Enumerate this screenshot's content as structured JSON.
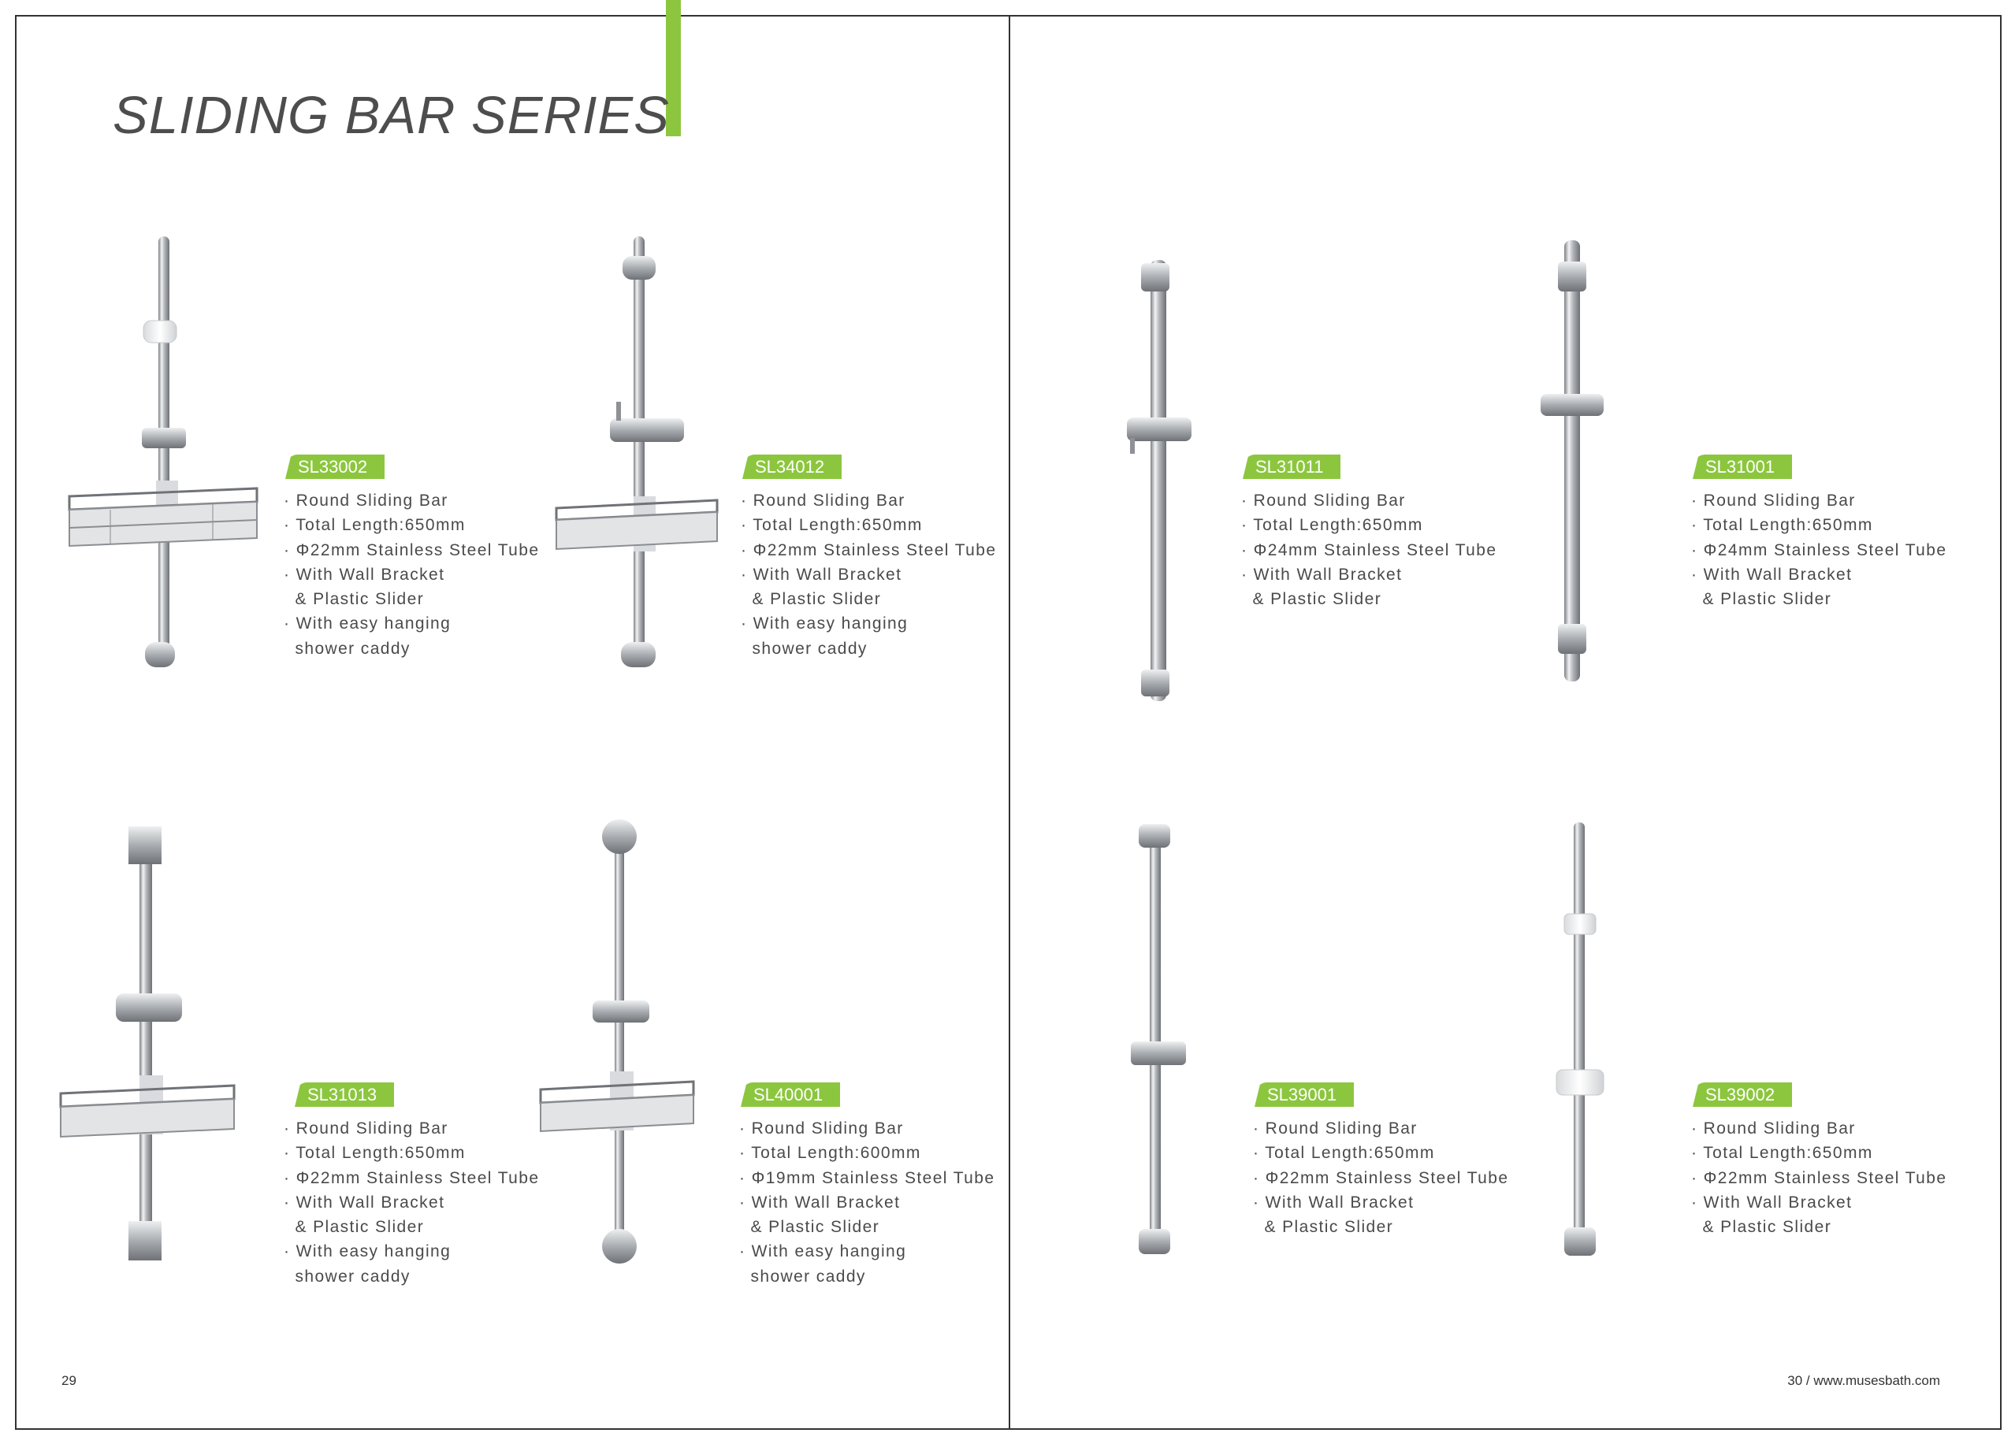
{
  "title": "SLIDING BAR SERIES",
  "colors": {
    "accent": "#8cc63f",
    "text": "#4a4a4a",
    "frame": "#333333"
  },
  "footer": {
    "left_page": "29",
    "right_page": "30 / www.musesbath.com"
  },
  "products": [
    {
      "code": "SL33002",
      "specs": [
        "· Round Sliding Bar",
        "· Total Length:650mm",
        "· Φ22mm Stainless Steel Tube",
        "· With Wall Bracket",
        "  & Plastic Slider",
        "· With easy hanging",
        "  shower caddy"
      ]
    },
    {
      "code": "SL34012",
      "specs": [
        "· Round Sliding Bar",
        "· Total Length:650mm",
        "· Φ22mm Stainless Steel Tube",
        "· With Wall Bracket",
        "  & Plastic Slider",
        "· With easy hanging",
        "  shower caddy"
      ]
    },
    {
      "code": "SL31011",
      "specs": [
        "· Round Sliding Bar",
        "· Total Length:650mm",
        "· Φ24mm Stainless Steel Tube",
        "· With Wall Bracket",
        "  & Plastic Slider"
      ]
    },
    {
      "code": "SL31001",
      "specs": [
        "· Round Sliding Bar",
        "· Total Length:650mm",
        "· Φ24mm Stainless Steel Tube",
        "· With Wall Bracket",
        "  & Plastic Slider"
      ]
    },
    {
      "code": "SL31013",
      "specs": [
        "· Round Sliding Bar",
        "· Total Length:650mm",
        "· Φ22mm Stainless Steel Tube",
        "· With Wall Bracket",
        "  & Plastic Slider",
        "· With easy hanging",
        "  shower caddy"
      ]
    },
    {
      "code": "SL40001",
      "specs": [
        "· Round Sliding Bar",
        "· Total Length:600mm",
        "· Φ19mm Stainless Steel Tube",
        "· With Wall Bracket",
        "  & Plastic Slider",
        "· With easy hanging",
        "  shower caddy"
      ]
    },
    {
      "code": "SL39001",
      "specs": [
        "· Round Sliding Bar",
        "· Total Length:650mm",
        "· Φ22mm Stainless Steel Tube",
        "· With Wall Bracket",
        "  & Plastic Slider"
      ]
    },
    {
      "code": "SL39002",
      "specs": [
        "· Round Sliding Bar",
        "· Total Length:650mm",
        "· Φ22mm Stainless Steel Tube",
        "· With Wall Bracket",
        "  & Plastic Slider"
      ]
    }
  ]
}
